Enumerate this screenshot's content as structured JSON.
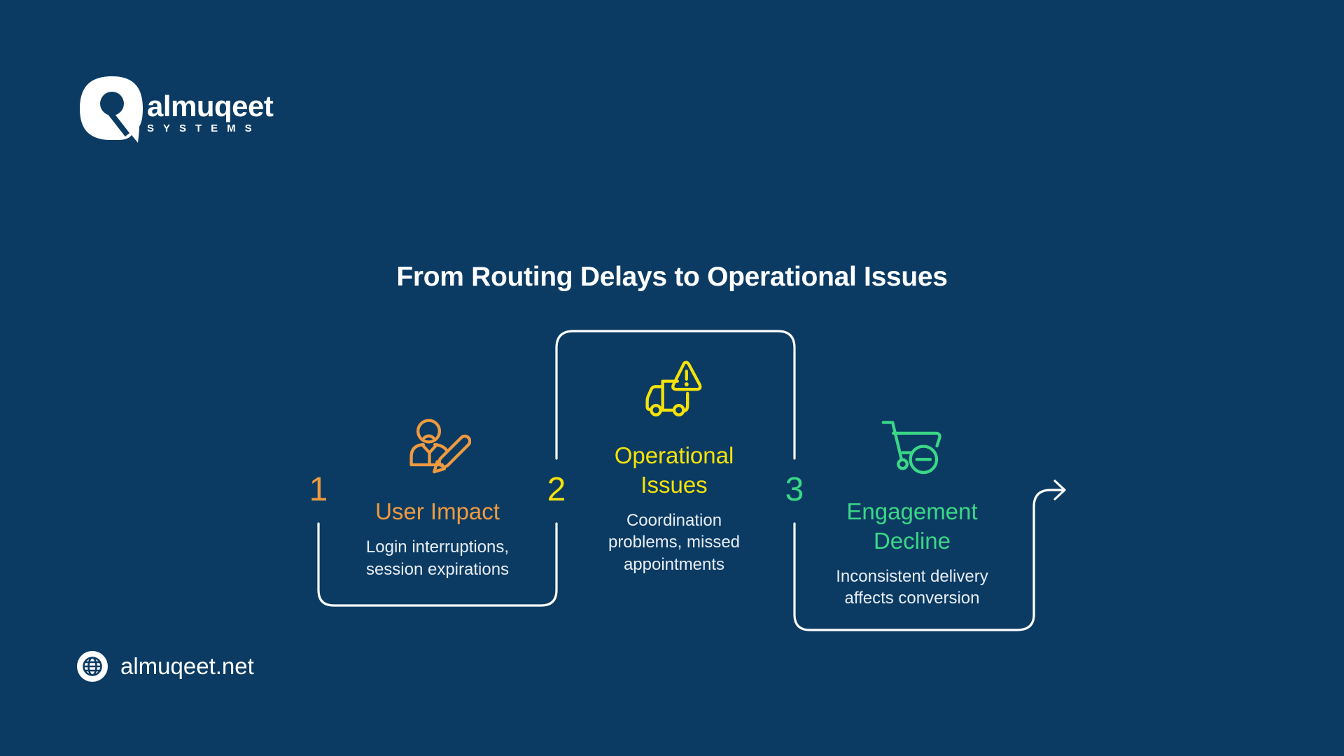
{
  "colors": {
    "background": "#0B3B63",
    "line": "#FFFFFF",
    "orange": "#F09A3F",
    "yellow": "#F5E308",
    "green": "#3AD786"
  },
  "logo": {
    "brand": "almuqeet",
    "tagline": "SYSTEMS",
    "mark_icon": "almuqeet-logo-mark"
  },
  "title": "From Routing Delays to Operational Issues",
  "steps": [
    {
      "number": "1",
      "label": "User Impact",
      "description": "Login interruptions,\nsession expirations",
      "color": "#F09A3F",
      "icon": "user-edit-icon"
    },
    {
      "number": "2",
      "label": "Operational\nIssues",
      "description": "Coordination\nproblems, missed\nappointments",
      "color": "#F5E308",
      "icon": "delivery-truck-warning-icon"
    },
    {
      "number": "3",
      "label": "Engagement\nDecline",
      "description": "Inconsistent delivery\naffects conversion",
      "color": "#3AD786",
      "icon": "cart-minus-icon"
    }
  ],
  "footer": {
    "website": "almuqeet.net",
    "icon": "globe-icon"
  }
}
